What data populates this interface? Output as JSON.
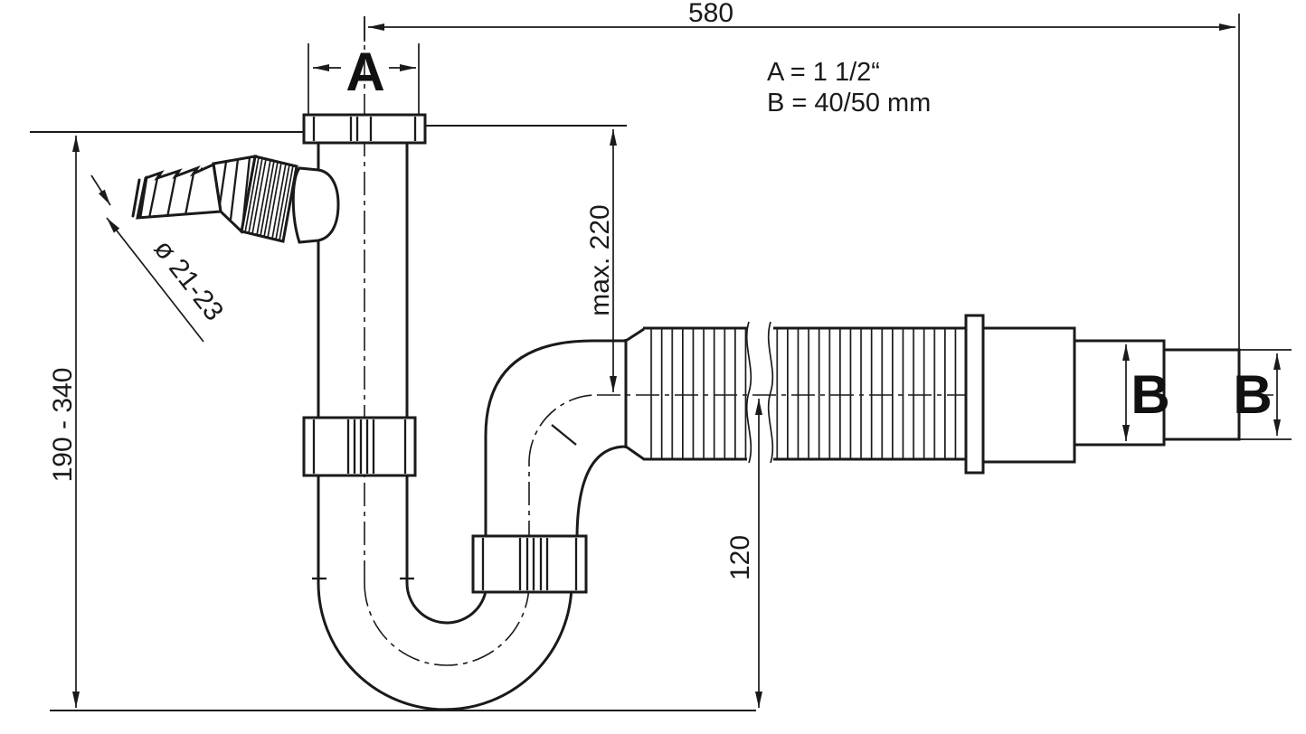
{
  "drawing": {
    "type": "technical-dimension-drawing",
    "subject": "bottle/pipe siphon trap with flexible outlet hose and dishwasher inlet nipple",
    "colors": {
      "line": "#1a1a1a",
      "background": "#ffffff"
    },
    "legend": {
      "line1": "A = 1 1/2“",
      "line2": "B = 40/50 mm"
    },
    "dimensions": {
      "top_width": "580",
      "inlet_thread_label": "A",
      "inlet_depth": "max. 220",
      "height_range": "190 - 340",
      "nipple_diameter": "ø 21-23",
      "outlet_center_height": "120",
      "outlet_diameter_label_1": "B",
      "outlet_diameter_label_2": "B"
    }
  }
}
